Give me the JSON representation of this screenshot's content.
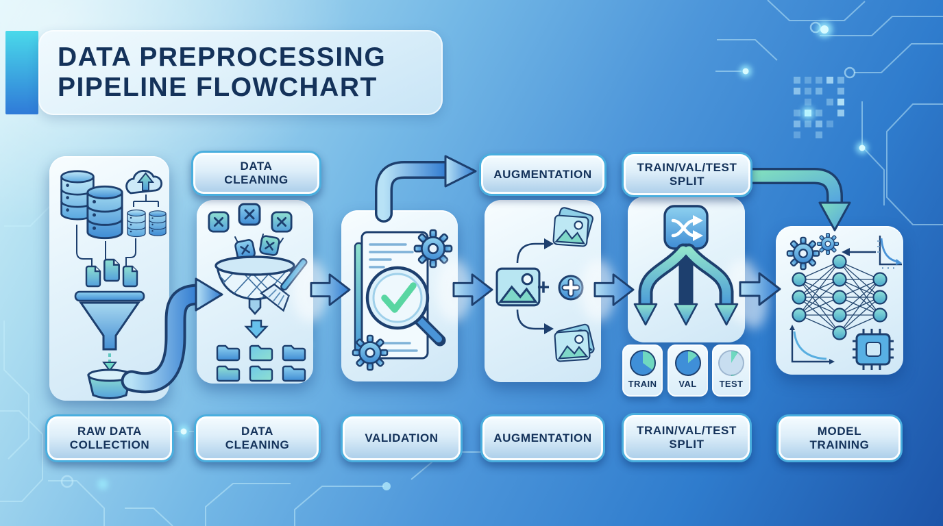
{
  "title": {
    "line1": "DATA PREPROCESSING",
    "line2": "PIPELINE FLOWCHART"
  },
  "stages": [
    {
      "name": "raw-data-collection",
      "bottom_label": "RAW DATA\nCOLLECTION"
    },
    {
      "name": "data-cleaning",
      "top_label": "DATA\nCLEANING",
      "bottom_label": "DATA\nCLEANING"
    },
    {
      "name": "validation",
      "bottom_label": "VALIDATION"
    },
    {
      "name": "augmentation",
      "top_label": "AUGMENTATION",
      "bottom_label": "AUGMENTATION"
    },
    {
      "name": "train-val-test-split",
      "top_label": "TRAIN/VAL/TEST\nSPLIT",
      "bottom_label": "TRAIN/VAL/TEST\nSPLIT",
      "splits": [
        {
          "label": "TRAIN",
          "slice_pct": 35
        },
        {
          "label": "VAL",
          "slice_pct": 14
        },
        {
          "label": "TEST",
          "slice_pct": 9,
          "muted": true
        }
      ]
    },
    {
      "name": "model-training",
      "bottom_label": "MODEL\nTRAINING"
    }
  ],
  "augmentation_plus": "+",
  "colors": {
    "outline_navy": "#1d3f6e",
    "text_navy": "#14325a",
    "pie_teal": "#6fd8c0",
    "pie_blue": "#3f8fd8",
    "pie_muted": "#c8def0",
    "accent_cyan": "#4ad9ea"
  }
}
